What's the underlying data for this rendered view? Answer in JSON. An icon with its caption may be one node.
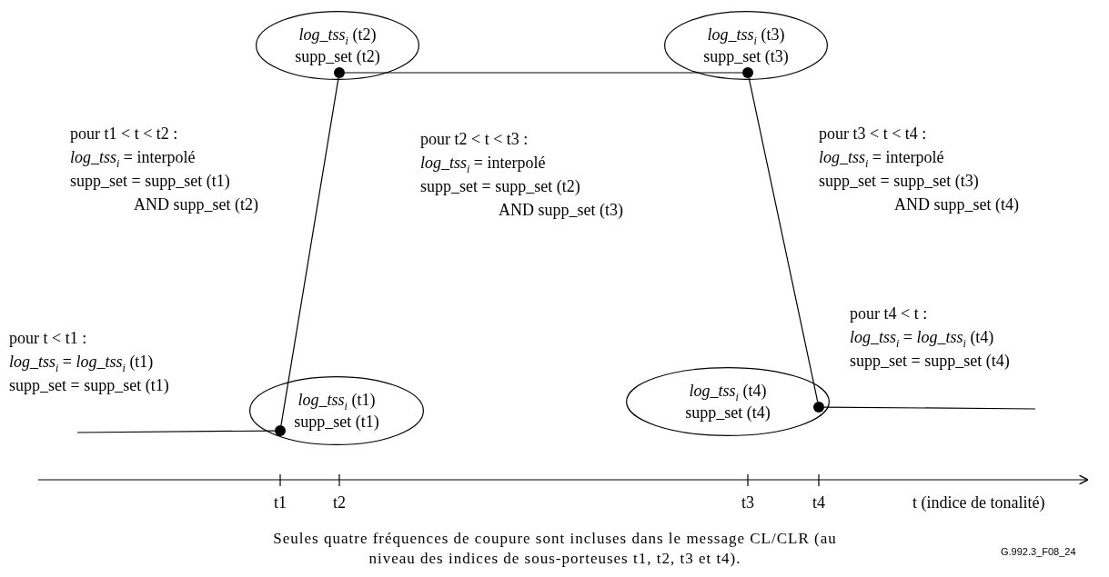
{
  "diagram": {
    "caption": "Seules quatre fréquences de coupure sont incluses dans le message CL/CLR (au niveau des indices de sous-porteuses t1, t2, t3 et t4).",
    "nodes": [
      {
        "text": [
          "*log_tss*$_{i}$ (t2)",
          "supp_set (t2)"
        ]
      },
      {
        "text": [],
        "shape": "circle",
        "in": 0
      },
      {
        "text": [
          "*log_tss*$_{i}$ (t3)",
          "supp_set (t3)"
        ]
      },
      {
        "text": [],
        "shape": "circle",
        "in": 2
      },
      {
        "text": [
          "*log_tss*$_{i}$ (t1)",
          "supp_set (t1)"
        ]
      },
      {
        "text": [],
        "shape": "circle",
        "in": 4
      },
      {
        "text": [
          "*log_tss*$_{i}$ (t4)",
          "supp_set (t4)"
        ]
      },
      {
        "text": [],
        "shape": "circle",
        "in": 6
      }
    ],
    "edges": [
      {
        "from": null,
        "to": 5,
        "arrow": "none"
      },
      {
        "from": 5,
        "to": 1,
        "arrow": "none"
      },
      {
        "from": 1,
        "to": 3,
        "arrow": "none"
      },
      {
        "from": 3,
        "to": 7,
        "arrow": "none"
      },
      {
        "from": 7,
        "to": null,
        "arrow": "none"
      }
    ],
    "labels": [
      "pour t1 < t < t2 :",
      "*log_tss*$_{i}$ = interpolé",
      "supp_set = supp_set (t1)",
      "AND supp_set (t2)",
      "pour t2 < t < t3 :",
      "*log_tss*$_{i}$ = interpolé",
      "supp_set = supp_set (t2)",
      "AND supp_set (t3)",
      "pour t3 < t < t4 :",
      "*log_tss*$_{i}$ = interpolé",
      "supp_set = supp_set (t3)",
      "AND supp_set (t4)",
      "pour t4 < t :",
      "*log_tss*$_{i}$ = *log_tss*$_{i}$ (t4)",
      "supp_set = supp_set (t4)",
      "pour t < t1 :",
      "*log_tss*$_{i}$ = *log_tss*$_{i}$ (t1)",
      "supp_set = supp_set (t1)",
      "t1",
      "t2",
      "t3",
      "t4",
      "t (indice de tonalité)",
      "G.992.3_F08_24"
    ]
  }
}
